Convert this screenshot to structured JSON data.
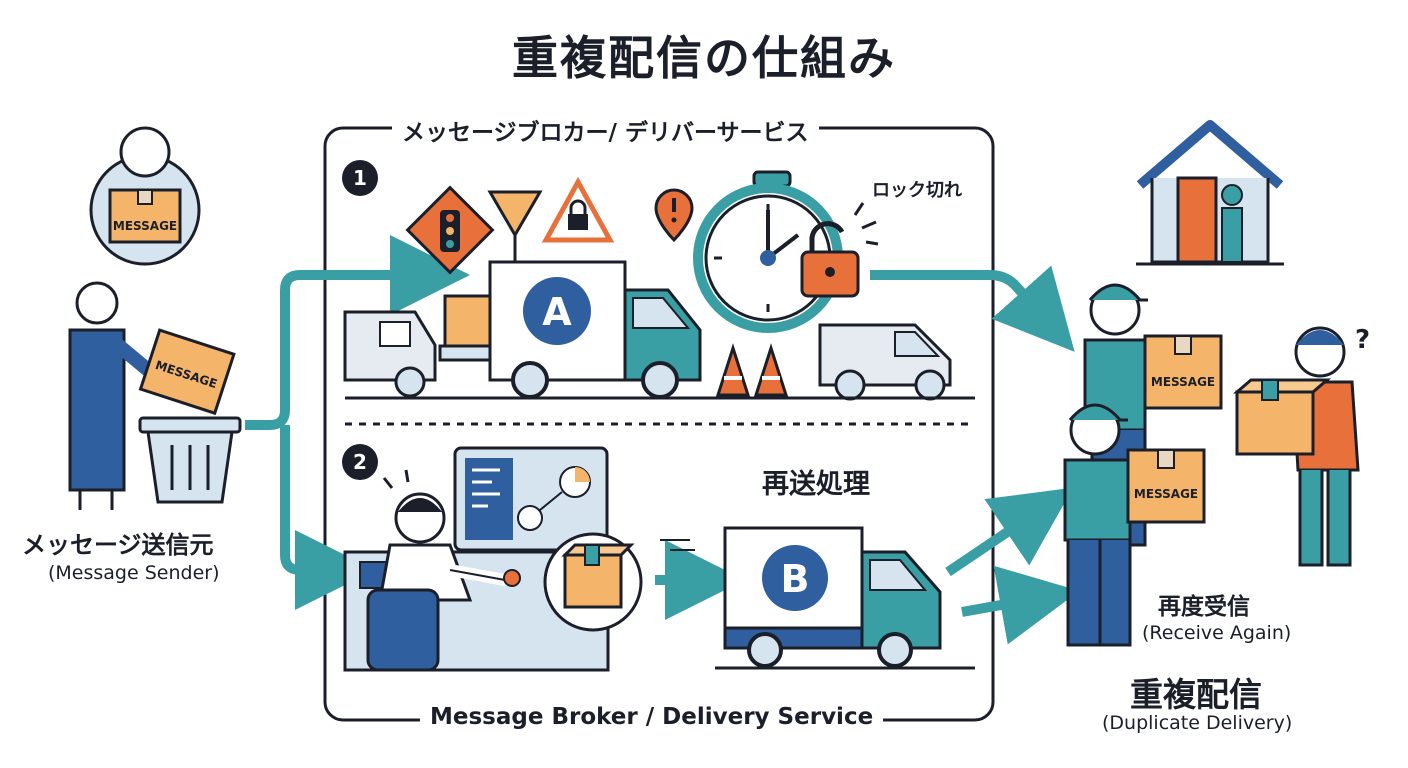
{
  "title": "重複配信の仕組み",
  "panel": {
    "title_jp": "メッセージブロカー/ デリバーサービス",
    "title_en": "Message Broker / Delivery Service",
    "step1": "1",
    "step2": "2",
    "truck_a": "A",
    "truck_b": "B",
    "lock_expired": "ロック切れ",
    "resend": "再送処理"
  },
  "sender": {
    "label_jp": "メッセージ送信元",
    "label_en": "(Message Sender)"
  },
  "receiver": {
    "label_jp": "再度受信",
    "label_en": "(Receive Again)",
    "result_jp": "重複配信",
    "result_en": "(Duplicate Delivery)",
    "question": "?"
  },
  "box_text": "MESSAGE",
  "colors": {
    "navy": "#1b1f2a",
    "blue": "#2f5f9e",
    "teal": "#3a9ea5",
    "orange": "#e8703a",
    "box": "#f4b46a",
    "light": "#d6e4f0"
  }
}
